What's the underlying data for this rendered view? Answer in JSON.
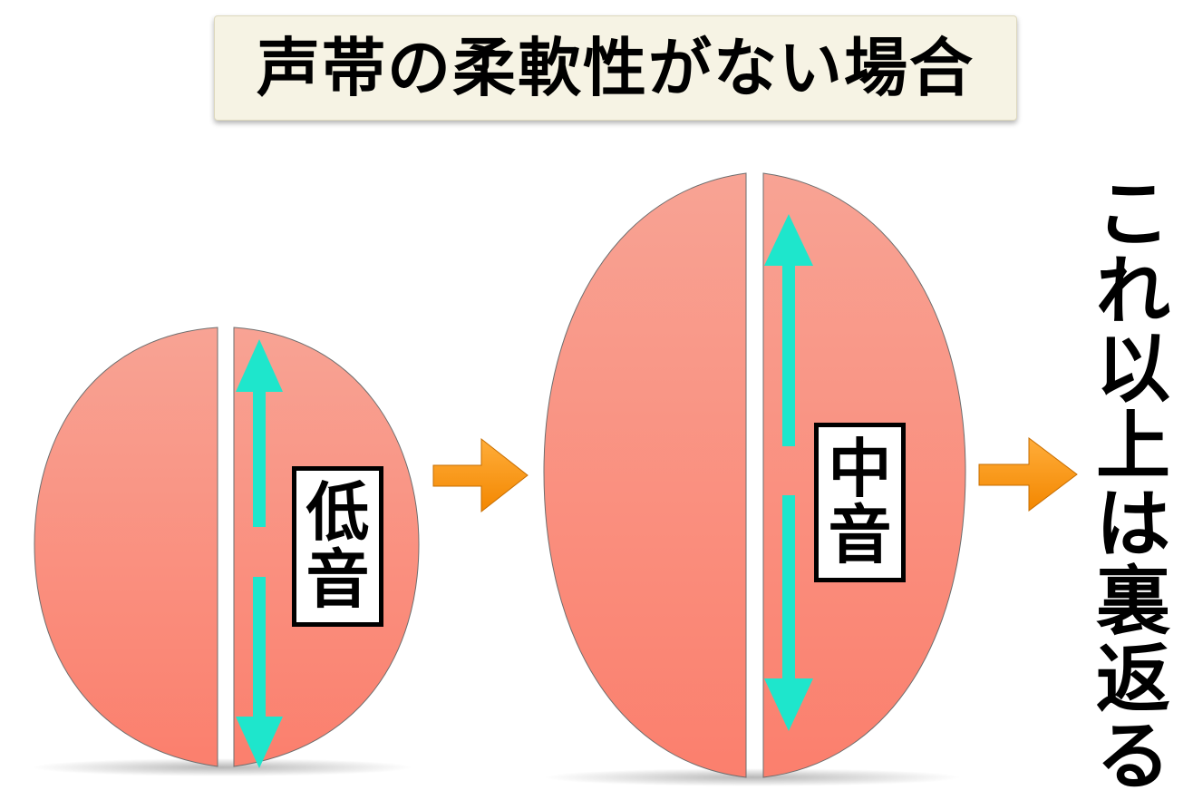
{
  "title": "声帯の柔軟性がない場合",
  "low_label": [
    "低",
    "音"
  ],
  "mid_label": [
    "中",
    "音"
  ],
  "conclusion": [
    "こ",
    "れ",
    "以",
    "上",
    "は",
    "裏",
    "返",
    "る"
  ],
  "colors": {
    "fold_top": "#f8a394",
    "fold_bottom": "#fb7f6d",
    "arrow_stretch": "#1ee6cc",
    "arrow_progress": "#fb9309",
    "title_background": "#f6f3e4"
  }
}
